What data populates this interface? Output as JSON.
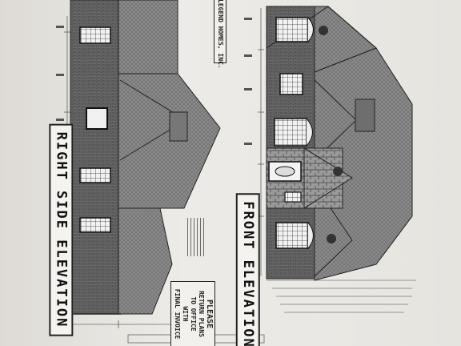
{
  "titles": {
    "right_side": "RIGHT SIDE ELEVATION",
    "front": "FRONT ELEVATION"
  },
  "notes": {
    "company": "LEGEND HOMES, INC.",
    "please_lines": [
      "PLEASE",
      "RETURN PLANS",
      "TO OFFICE",
      "WITH",
      "FINAL INVOICE"
    ]
  },
  "colors": {
    "paper": "#e9e7e2",
    "ink": "#1c1c1c",
    "brick": "#5a5a5a",
    "roof": "#7a7a7a"
  }
}
